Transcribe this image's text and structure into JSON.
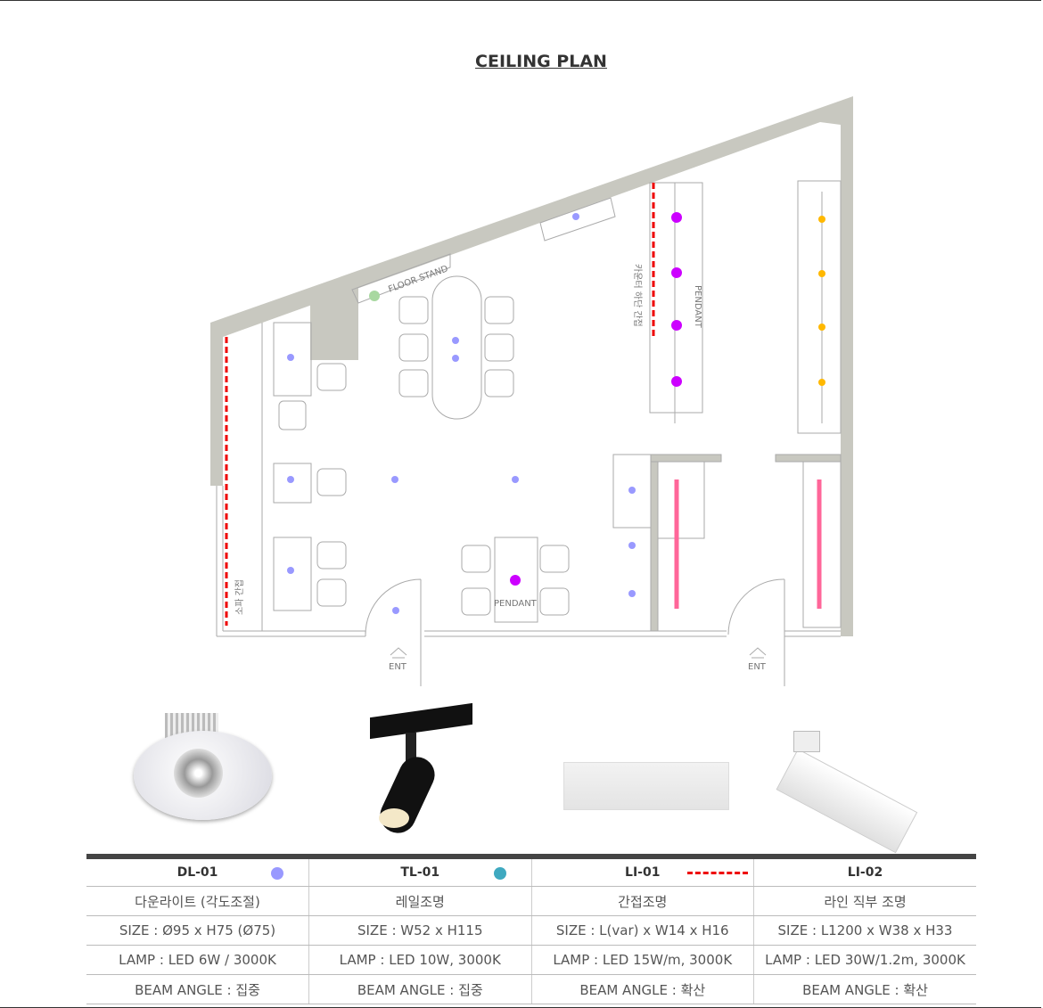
{
  "title": "CEILING PLAN",
  "plan_labels": {
    "floor_stand": "FLOOR STAND",
    "pendant_1": "PENDANT",
    "pendant_2": "PENDANT",
    "ent_1": "ENT",
    "ent_2": "ENT",
    "counter_indirect": "카운터 하단 간접",
    "sofa_indirect": "소파 간접"
  },
  "colors": {
    "DL-01": "#9999ff",
    "TL-01": "#3fa9c0",
    "LI-01": "#ee0000",
    "pendant": "#cc00ff",
    "line_light": "#ff6699",
    "yellow": "#ffb800",
    "floor_stand": "#a8d8a0",
    "wall": "#c8c8c0"
  },
  "table": {
    "headers": [
      "DL-01",
      "TL-01",
      "LI-01",
      "LI-02"
    ],
    "rows": [
      [
        "다운라이트 (각도조절)",
        "레일조명",
        "간접조명",
        "라인 직부 조명"
      ],
      [
        "SIZE : Ø95 x H75 (Ø75)",
        "SIZE : W52 x H115",
        "SIZE : L(var) x W14 x H16",
        "SIZE : L1200 x W38 x H33"
      ],
      [
        "LAMP : LED 6W / 3000K",
        "LAMP : LED 10W, 3000K",
        "LAMP : LED 15W/m, 3000K",
        "LAMP : LED 30W/1.2m, 3000K"
      ],
      [
        "BEAM ANGLE : 집중",
        "BEAM ANGLE : 집중",
        "BEAM ANGLE : 확산",
        "BEAM ANGLE : 확산"
      ]
    ]
  }
}
